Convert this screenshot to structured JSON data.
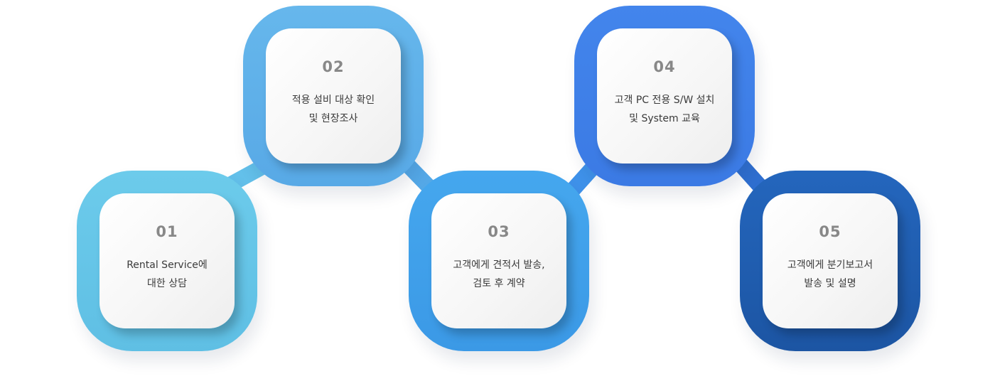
{
  "steps": [
    {
      "number": "01",
      "line1": "Rental Service에",
      "line2": "대한 상담",
      "color": "#66c6e9"
    },
    {
      "number": "02",
      "line1": "적용 설비 대상 확인",
      "line2": "및 현장조사",
      "color": "#60b0e9"
    },
    {
      "number": "03",
      "line1": "고객에게 견적서 발송,",
      "line2": "검토 후 계약",
      "color": "#40a0ea"
    },
    {
      "number": "04",
      "line1": "고객 PC 전용 S/W 설치",
      "line2": "및 System 교육",
      "color": "#3f80e8"
    },
    {
      "number": "05",
      "line1": "고객에게 분기보고서",
      "line2": "발송 및 설명",
      "color": "#205eb0"
    }
  ]
}
